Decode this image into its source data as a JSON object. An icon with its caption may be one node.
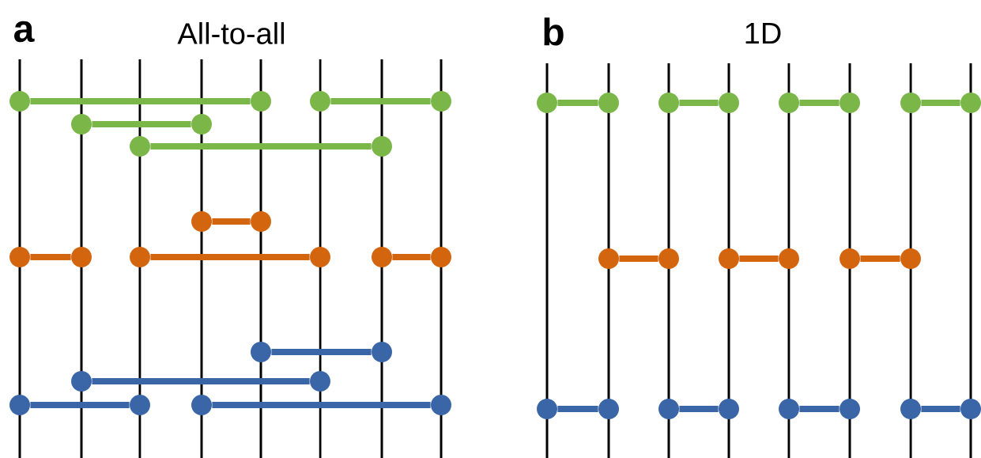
{
  "diagram": {
    "nodes": [
      {
        "text": [],
        "shape": "circle"
      },
      {
        "text": [],
        "shape": "circle"
      },
      {
        "text": [],
        "shape": "circle"
      },
      {
        "text": [],
        "shape": "circle"
      },
      {
        "text": [],
        "shape": "circle"
      },
      {
        "text": [],
        "shape": "circle"
      },
      {
        "text": [],
        "shape": "circle"
      },
      {
        "text": [],
        "shape": "circle"
      },
      {
        "text": [],
        "shape": "circle"
      },
      {
        "text": [],
        "shape": "circle"
      },
      {
        "text": [],
        "shape": "circle"
      },
      {
        "text": [],
        "shape": "circle"
      },
      {
        "text": [],
        "shape": "circle"
      },
      {
        "text": [],
        "shape": "circle"
      },
      {
        "text": [],
        "shape": "circle"
      },
      {
        "text": [],
        "shape": "circle"
      },
      {
        "text": [],
        "shape": "circle"
      },
      {
        "text": [],
        "shape": "circle"
      },
      {
        "text": [],
        "shape": "circle"
      },
      {
        "text": [],
        "shape": "circle"
      },
      {
        "text": [],
        "shape": "circle"
      },
      {
        "text": [],
        "shape": "circle"
      },
      {
        "text": [],
        "shape": "circle"
      },
      {
        "text": [],
        "shape": "circle"
      },
      {
        "text": [],
        "shape": "circle"
      },
      {
        "text": [],
        "shape": "circle"
      },
      {
        "text": [],
        "shape": "circle"
      },
      {
        "text": [],
        "shape": "circle"
      },
      {
        "text": [],
        "shape": "circle"
      },
      {
        "text": [],
        "shape": "circle"
      },
      {
        "text": [],
        "shape": "circle"
      },
      {
        "text": [],
        "shape": "circle"
      },
      {
        "text": [],
        "shape": "circle"
      },
      {
        "text": [],
        "shape": "circle"
      },
      {
        "text": [],
        "shape": "circle"
      },
      {
        "text": [],
        "shape": "circle"
      },
      {
        "text": [],
        "shape": "circle"
      },
      {
        "text": [],
        "shape": "circle"
      },
      {
        "text": [],
        "shape": "circle"
      },
      {
        "text": [],
        "shape": "circle"
      },
      {
        "text": [],
        "shape": "circle"
      },
      {
        "text": [],
        "shape": "circle"
      },
      {
        "text": [],
        "shape": "circle"
      },
      {
        "text": [],
        "shape": "circle"
      },
      {
        "text": [],
        "shape": "circle"
      },
      {
        "text": [],
        "shape": "circle"
      }
    ],
    "edges": [
      {
        "from": 0,
        "to": 1,
        "arrow": "none",
        "color": "#7ab648"
      },
      {
        "from": 2,
        "to": 3,
        "arrow": "none",
        "color": "#7ab648"
      },
      {
        "from": 4,
        "to": 5,
        "arrow": "none",
        "color": "#7ab648"
      },
      {
        "from": 6,
        "to": 7,
        "arrow": "none",
        "color": "#7ab648"
      },
      {
        "from": 8,
        "to": 9,
        "arrow": "none",
        "color": "#d4650f"
      },
      {
        "from": 10,
        "to": 11,
        "arrow": "none",
        "color": "#d4650f"
      },
      {
        "from": 12,
        "to": 13,
        "arrow": "none",
        "color": "#d4650f"
      },
      {
        "from": 14,
        "to": 15,
        "arrow": "none",
        "color": "#d4650f"
      },
      {
        "from": 16,
        "to": 17,
        "arrow": "none",
        "color": "#3a66a8"
      },
      {
        "from": 18,
        "to": 19,
        "arrow": "none",
        "color": "#3a66a8"
      },
      {
        "from": 20,
        "to": 21,
        "arrow": "none",
        "color": "#3a66a8"
      },
      {
        "from": 22,
        "to": 23,
        "arrow": "none",
        "color": "#3a66a8"
      },
      {
        "from": 24,
        "to": 25,
        "arrow": "none",
        "color": "#7ab648"
      },
      {
        "from": 26,
        "to": 27,
        "arrow": "none",
        "color": "#7ab648"
      },
      {
        "from": 28,
        "to": 29,
        "arrow": "none",
        "color": "#7ab648"
      },
      {
        "from": 30,
        "to": 31,
        "arrow": "none",
        "color": "#7ab648"
      },
      {
        "from": 32,
        "to": 33,
        "arrow": "none",
        "color": "#d4650f"
      },
      {
        "from": 34,
        "to": 35,
        "arrow": "none",
        "color": "#d4650f"
      },
      {
        "from": 36,
        "to": 37,
        "arrow": "none",
        "color": "#d4650f"
      },
      {
        "from": 38,
        "to": 39,
        "arrow": "none",
        "color": "#3a66a8"
      },
      {
        "from": 40,
        "to": 41,
        "arrow": "none",
        "color": "#3a66a8"
      },
      {
        "from": 42,
        "to": 43,
        "arrow": "none",
        "color": "#3a66a8"
      },
      {
        "from": 44,
        "to": 45,
        "arrow": "none",
        "color": "#3a66a8"
      }
    ],
    "labels": [
      "a",
      "All-to-all",
      "b",
      "1D"
    ]
  }
}
